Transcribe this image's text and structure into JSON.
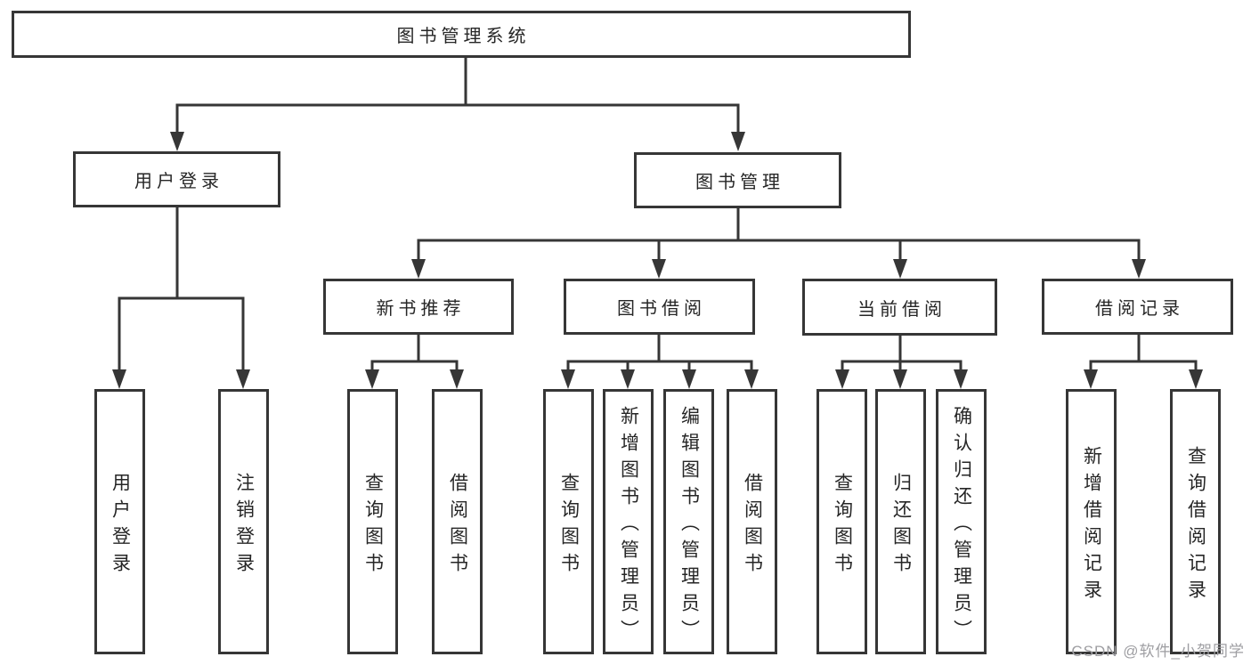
{
  "diagram": {
    "root": "图书管理系统",
    "branches": [
      {
        "label": "用户登录",
        "children": [
          "用户登录",
          "注销登录"
        ]
      },
      {
        "label": "图书管理",
        "children": [
          {
            "label": "新书推荐",
            "children": [
              "查询图书",
              "借阅图书"
            ]
          },
          {
            "label": "图书借阅",
            "children": [
              "查询图书",
              "新增图书（管理员）",
              "编辑图书（管理员）",
              "借阅图书"
            ]
          },
          {
            "label": "当前借阅",
            "children": [
              "查询图书",
              "归还图书",
              "确认归还（管理员）"
            ]
          },
          {
            "label": "借阅记录",
            "children": [
              "新增借阅记录",
              "查询借阅记录"
            ]
          }
        ]
      }
    ]
  },
  "watermark": {
    "text": "CSDN @软件_小贺同学",
    "color": "#9e9ea2"
  },
  "colors": {
    "line": "#363636",
    "border": "#363636",
    "text": "#262626",
    "background": "#ffffff"
  }
}
